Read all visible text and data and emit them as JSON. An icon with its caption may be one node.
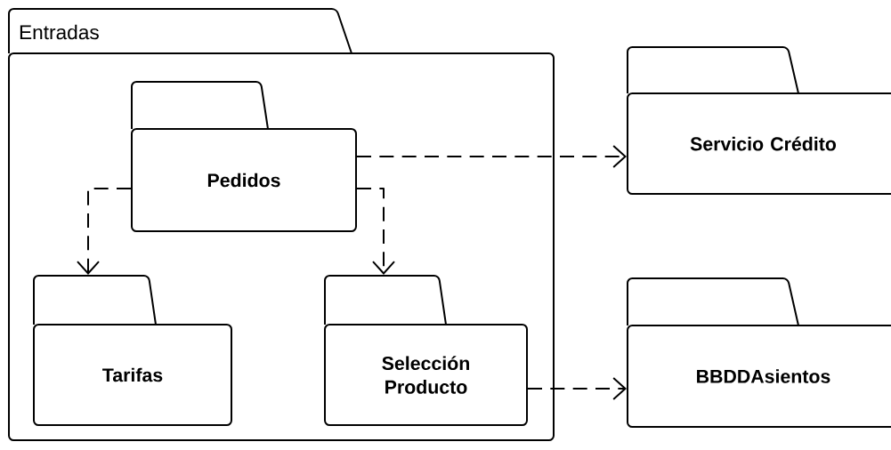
{
  "diagram": {
    "nodes": [
      {
        "text": [
          "Entradas"
        ]
      },
      {
        "text": [
          "Pedidos"
        ],
        "in": 0
      },
      {
        "text": [
          "Tarifas"
        ],
        "in": 0
      },
      {
        "text": [
          "Selección Producto"
        ],
        "in": 0
      },
      {
        "text": [
          "Servicio Crédito"
        ]
      },
      {
        "text": [
          "BBDDAsientos"
        ]
      }
    ],
    "edges": [
      {
        "from": 1,
        "to": 4,
        "arrow": "to",
        "style": "dashed"
      },
      {
        "from": 1,
        "to": 2,
        "arrow": "to",
        "style": "dashed"
      },
      {
        "from": 1,
        "to": 3,
        "arrow": "to",
        "style": "dashed"
      },
      {
        "from": 3,
        "to": 5,
        "arrow": "to",
        "style": "dashed"
      }
    ]
  }
}
